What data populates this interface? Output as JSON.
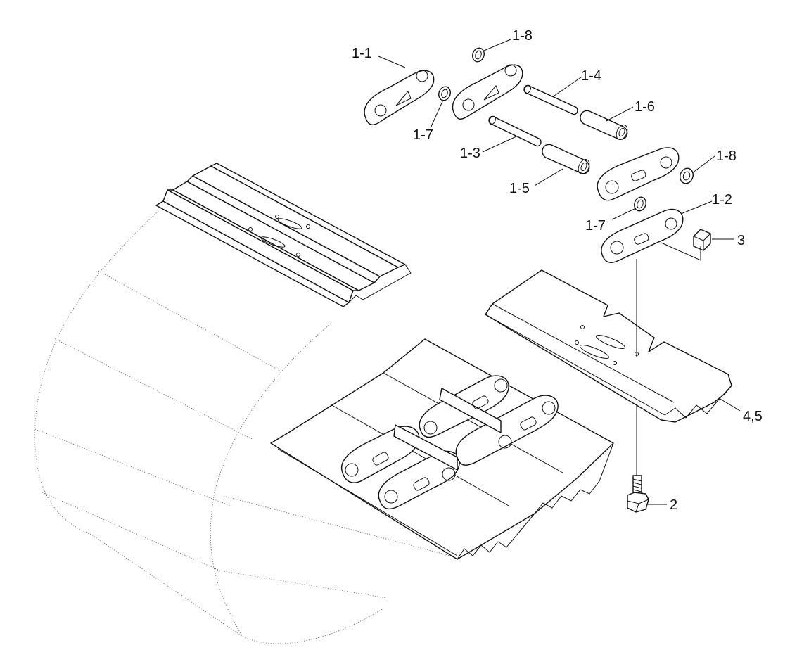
{
  "labels": {
    "l_1_1": "1-1",
    "l_1_8_top": "1-8",
    "l_1_4": "1-4",
    "l_1_6": "1-6",
    "l_1_7_top": "1-7",
    "l_1_3": "1-3",
    "l_1_5": "1-5",
    "l_1_8_right": "1-8",
    "l_1_7_mid": "1-7",
    "l_1_2": "1-2",
    "l_3": "3",
    "l_4_5": "4,5",
    "l_2": "2"
  },
  "colors": {
    "line": "#111111",
    "background": "#ffffff",
    "hidden_line": "#555555"
  }
}
